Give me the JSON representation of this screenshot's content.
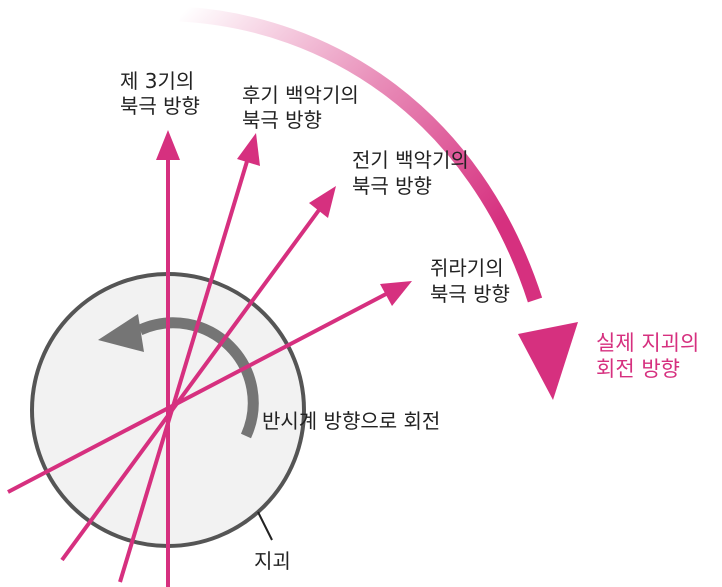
{
  "colors": {
    "arrow": "#d6307f",
    "outline": "#555555",
    "rotation_arrow": "#757575",
    "globe_fill": "#f2f2f2",
    "text": "#222222",
    "accent_text": "#d6307f"
  },
  "labels": {
    "pole_3rd": [
      "제 3기의",
      "북극 방향"
    ],
    "pole_late_cretaceous": [
      "후기 백악기의",
      "북극 방향"
    ],
    "pole_early_cretaceous": [
      "전기 백악기의",
      "북극 방향"
    ],
    "pole_jurassic": [
      "쥐라기의",
      "북극 방향"
    ],
    "actual_rotation": [
      "실제 지괴의",
      "회전 방향"
    ],
    "counterclockwise": "반시계 방향으로 회전",
    "landmass": "지괴"
  }
}
